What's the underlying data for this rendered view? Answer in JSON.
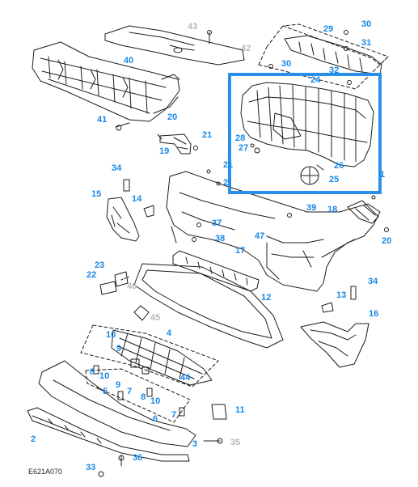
{
  "diagram": {
    "code": "E621A070",
    "colors": {
      "label": "#1a87e6",
      "label_muted": "#b8b8b8",
      "highlight": "#2a8fe8",
      "line": "#1c1c1c"
    },
    "callouts": {
      "c1": "1",
      "c2": "2",
      "c3": "3",
      "c4": "4",
      "c5": "5",
      "c6": "6",
      "c7": "7",
      "c7b": "7",
      "c8": "8",
      "c8b": "8",
      "c8c": "8",
      "c9": "9",
      "c9b": "9",
      "c10": "10",
      "c10b": "10",
      "c10c": "10",
      "c11": "11",
      "c12": "12",
      "c13": "13",
      "c14": "14",
      "c15": "15",
      "c16": "16",
      "c17": "17",
      "c18": "18",
      "c19": "19",
      "c20": "20",
      "c20b": "20",
      "c21": "21",
      "c21b": "21",
      "c22": "22",
      "c23": "23",
      "c24": "24",
      "c25": "25",
      "c26": "26",
      "c27": "27",
      "c28": "28",
      "c29": "29",
      "c30": "30",
      "c30b": "30",
      "c31": "31",
      "c32": "32",
      "c33": "33",
      "c34": "34",
      "c34b": "34",
      "c35": "35",
      "c36": "36",
      "c37": "37",
      "c38": "38",
      "c39": "39",
      "c40": "40",
      "c41": "41",
      "c42": "42",
      "c43": "43",
      "c44": "44",
      "c45": "45",
      "c46": "46",
      "c47": "47",
      "c2b": "2"
    }
  }
}
